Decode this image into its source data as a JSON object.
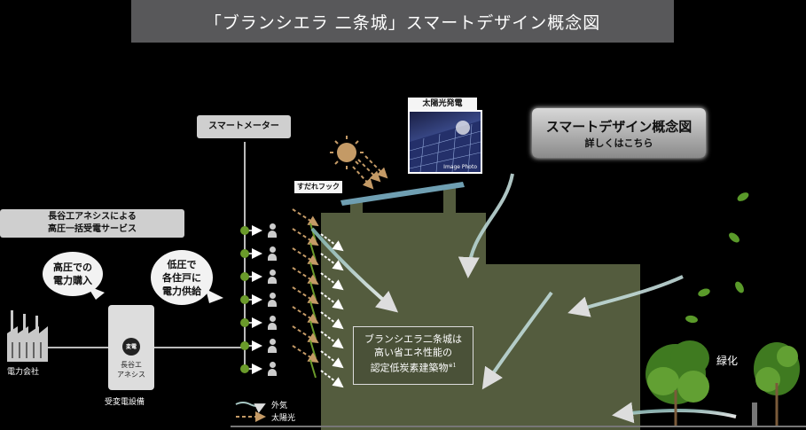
{
  "title": "「ブランシエラ 二条城」スマートデザイン概念図",
  "smart_meter": "スマートメーター",
  "bulk_service": [
    "長谷工アネシスによる",
    "高圧一括受電サービス"
  ],
  "bubble_high": [
    "高圧での",
    "電力購入"
  ],
  "bubble_low": [
    "低圧で",
    "各住戸に",
    "電力供給"
  ],
  "power_company": "電力会社",
  "substation": {
    "badge": "変電",
    "name": [
      "長谷エ",
      "アネシス"
    ],
    "caption": "受変電設備"
  },
  "solar": {
    "label": "太陽光発電",
    "image_caption": "Image Photo"
  },
  "hook_label": "すだれフック",
  "cta": {
    "line1": "スマートデザイン概念図",
    "line2": "詳しくはこちら"
  },
  "building_note": {
    "lines": [
      "ブランシエラ二条城は",
      "高い省エネ性能の",
      "認定低炭素建築物"
    ],
    "footnote": "※1"
  },
  "legend": {
    "outside_air": "外気",
    "sunlight": "太陽光"
  },
  "greenery": "緑化",
  "colors": {
    "building": "#545c3e",
    "wind": "#a8c8c4",
    "sun": "#c49a66",
    "node": "#6a9a2a",
    "leaf": "#5a9a2a"
  }
}
